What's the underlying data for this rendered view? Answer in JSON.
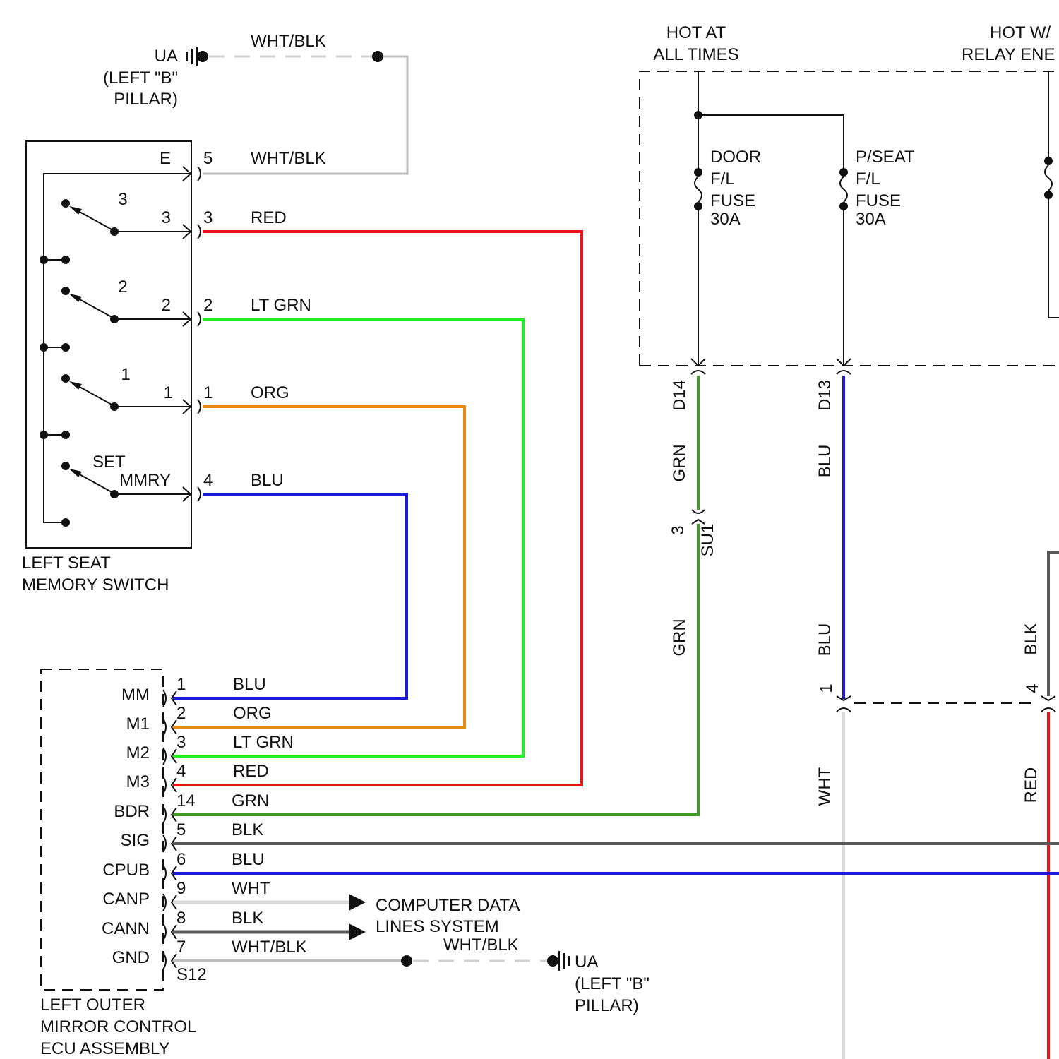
{
  "colors": {
    "red": "#e8141b",
    "lt_grn": "#22ee22",
    "org": "#e58a12",
    "blu": "#1a1ad8",
    "grn": "#3f9d21",
    "blk": "#585858",
    "wht": "#d9d9d9",
    "wht_blk": "#bdbdbd"
  },
  "ground_top": {
    "ua": "UA",
    "loc1": "(LEFT \"B\"",
    "loc2": "PILLAR)",
    "wire": "WHT/BLK"
  },
  "ground_bottom": {
    "ua": "UA",
    "loc1": "(LEFT \"B\"",
    "loc2": "PILLAR)",
    "wire": "WHT/BLK"
  },
  "switch": {
    "label1": "LEFT SEAT",
    "label2": "MEMORY SWITCH",
    "e_label": "E",
    "pins": [
      {
        "inner": "",
        "pin": "5",
        "wire": "WHT/BLK"
      },
      {
        "inner": "3",
        "pin": "3",
        "wire": "RED",
        "button": "3"
      },
      {
        "inner": "2",
        "pin": "2",
        "wire": "LT GRN",
        "button": "2"
      },
      {
        "inner": "1",
        "pin": "1",
        "wire": "ORG",
        "button": "1"
      },
      {
        "inner": "MMRY",
        "pin": "4",
        "wire": "BLU",
        "button": "SET"
      }
    ]
  },
  "ecu": {
    "label1": "LEFT OUTER",
    "label2": "MIRROR CONTROL",
    "label3": "ECU ASSEMBLY",
    "connector": "S12",
    "pins": [
      {
        "name": "MM",
        "pin": "1",
        "wire": "BLU"
      },
      {
        "name": "M1",
        "pin": "2",
        "wire": "ORG"
      },
      {
        "name": "M2",
        "pin": "3",
        "wire": "LT GRN"
      },
      {
        "name": "M3",
        "pin": "4",
        "wire": "RED"
      },
      {
        "name": "BDR",
        "pin": "14",
        "wire": "GRN"
      },
      {
        "name": "SIG",
        "pin": "5",
        "wire": "BLK"
      },
      {
        "name": "CPUB",
        "pin": "6",
        "wire": "BLU"
      },
      {
        "name": "CANP",
        "pin": "9",
        "wire": "WHT"
      },
      {
        "name": "CANN",
        "pin": "8",
        "wire": "BLK"
      },
      {
        "name": "GND",
        "pin": "7",
        "wire": "WHT/BLK"
      }
    ]
  },
  "cdl": {
    "line1": "COMPUTER DATA",
    "line2": "LINES SYSTEM"
  },
  "power": {
    "hot1_line1": "HOT AT",
    "hot1_line2": "ALL TIMES",
    "hot2_line1": "HOT W/",
    "hot2_line2": "RELAY ENE",
    "fuse_door": [
      "DOOR",
      "F/L",
      "FUSE",
      "30A"
    ],
    "fuse_pseat": [
      "P/SEAT",
      "F/L",
      "FUSE",
      "30A"
    ]
  },
  "vertical": {
    "d14": "D14",
    "grn_upper": "GRN",
    "su1_pin": "3",
    "su1": "SU1",
    "grn_lower": "GRN",
    "d13": "D13",
    "blu_upper": "BLU",
    "blu_lower": "BLU",
    "pin1": "1",
    "wht": "WHT",
    "blk": "BLK",
    "pin4": "4",
    "red": "RED"
  }
}
